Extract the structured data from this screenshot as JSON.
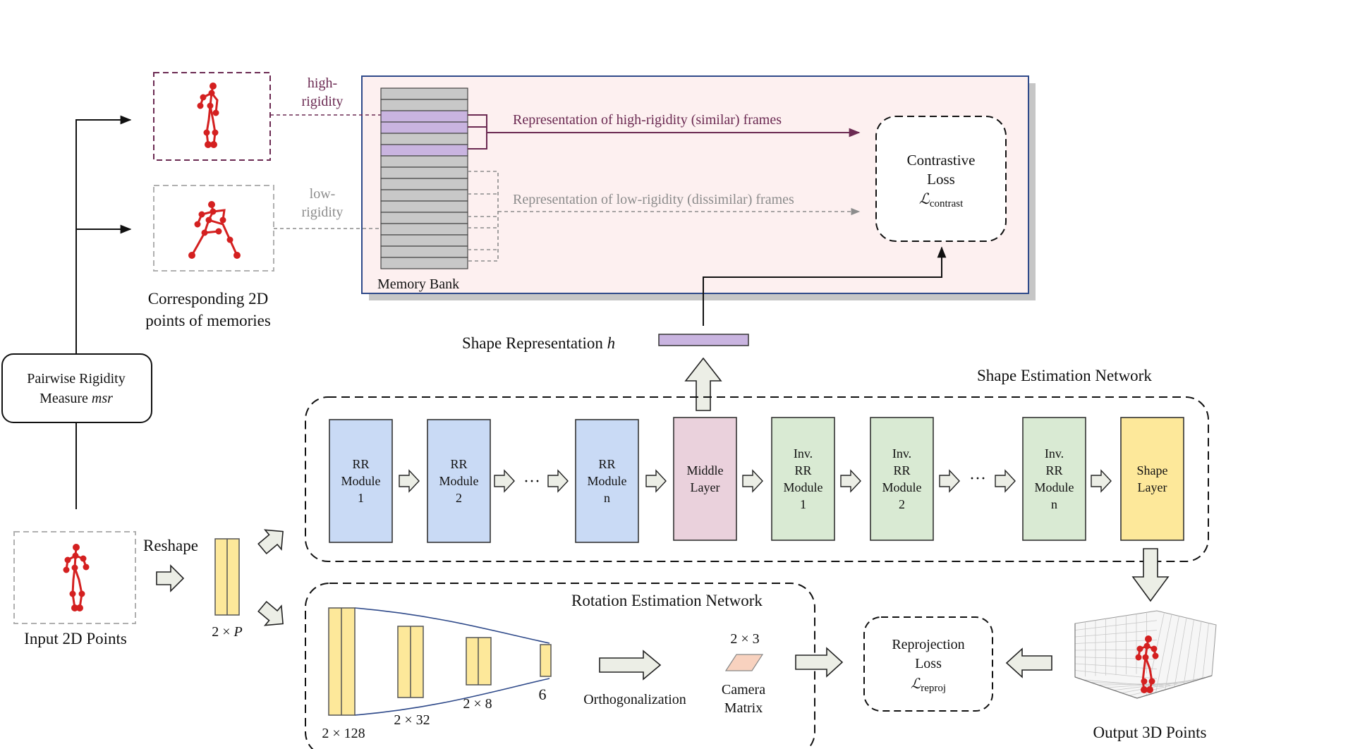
{
  "memory": {
    "high_label_1": "high-",
    "high_label_2": "rigidity",
    "low_label_1": "low-",
    "low_label_2": "rigidity",
    "bank_label": "Memory Bank",
    "high_arrow_text": "Representation of high-rigidity (similar)  frames",
    "low_arrow_text": "Representation of low-rigidity (dissimilar)  frames",
    "corresponding_1": "Corresponding 2D",
    "corresponding_2": "points of memories"
  },
  "contrastive": {
    "line1": "Contrastive",
    "line2": "Loss",
    "symbol": "ℒ",
    "subscript": "contrast"
  },
  "shape_repr": {
    "label": "Shape Representation ",
    "symbol": "h"
  },
  "rigidity_measure": {
    "line1": "Pairwise Rigidity",
    "line2_text": "Measure ",
    "line2_symbol": "msr"
  },
  "shape_network": {
    "title": "Shape Estimation Network",
    "modules": [
      {
        "lines": [
          "RR",
          "Module",
          "1"
        ]
      },
      {
        "lines": [
          "RR",
          "Module",
          "2"
        ]
      },
      {
        "lines": [
          "RR",
          "Module",
          "n"
        ]
      },
      {
        "lines": [
          "Middle",
          "Layer"
        ]
      },
      {
        "lines": [
          "Inv.",
          "RR",
          "Module",
          "1"
        ]
      },
      {
        "lines": [
          "Inv.",
          "RR",
          "Module",
          "2"
        ]
      },
      {
        "lines": [
          "Inv.",
          "RR",
          "Module",
          "n"
        ]
      },
      {
        "lines": [
          "Shape",
          "Layer"
        ]
      }
    ],
    "ellipsis": "···"
  },
  "rotation_network": {
    "title": "Rotation Estimation Network",
    "dims": [
      "2 × 128",
      "2 × 32",
      "2 × 8",
      "6"
    ],
    "orthogonalization": "Orthogonalization",
    "camera_dim": "2 × 3",
    "camera_line1": "Camera",
    "camera_line2": "Matrix"
  },
  "input": {
    "label": "Input 2D Points",
    "reshape": "Reshape",
    "reshape_dim": "2 × ",
    "reshape_symbol": "P"
  },
  "reprojection": {
    "line1": "Reprojection",
    "line2": "Loss",
    "symbol": "ℒ",
    "subscript": "reproj"
  },
  "output": {
    "label": "Output 3D Points"
  },
  "colors": {
    "rr_module": "#c9daf5",
    "middle_layer": "#ead1dc",
    "inv_module": "#d9ead3",
    "shape_layer": "#fde89a",
    "yellow_block": "#fde89a",
    "memory_panel": "#fdf0f0",
    "memory_border": "#2f4a8a",
    "high_rigidity": "#6b2a52",
    "low_rigidity": "#8c8c8c",
    "purple_row": "#c9b4e0",
    "gray_row": "#c8c8c8",
    "skeleton": "#d42020",
    "arrow_fill": "#eceee6"
  }
}
